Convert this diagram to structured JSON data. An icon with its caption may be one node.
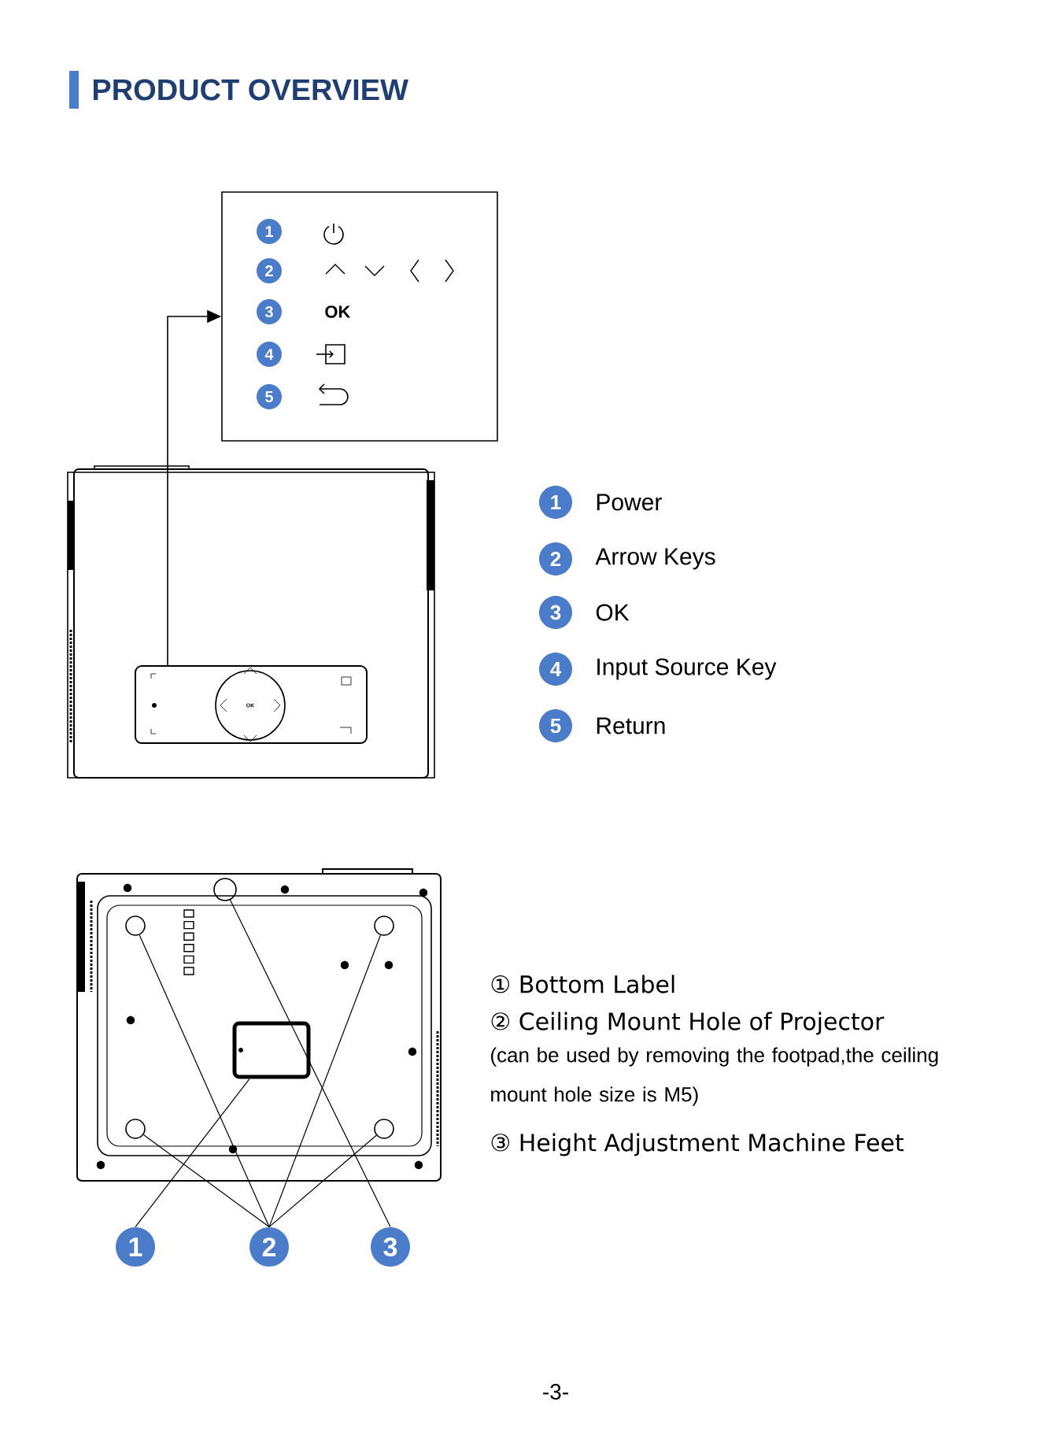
{
  "diagram": {
    "title": "PRODUCT OVERVIEW",
    "nodes": [
      {
        "text": [],
        "shape": "box"
      },
      {
        "text": [
          "1"
        ],
        "in": 0
      },
      {
        "text": [
          "2"
        ],
        "in": 0
      },
      {
        "text": [
          "3"
        ],
        "in": 0
      },
      {
        "text": [
          "4"
        ],
        "in": 0
      },
      {
        "text": [
          "5"
        ],
        "in": 0
      },
      {
        "text": [],
        "shape": "box"
      },
      {
        "text": [
          "1"
        ],
        "beside": [
          "Power"
        ]
      },
      {
        "text": [
          "2"
        ],
        "beside": [
          "Arrow Keys"
        ]
      },
      {
        "text": [
          "3"
        ],
        "beside": [
          "OK"
        ]
      },
      {
        "text": [
          "4"
        ],
        "beside": [
          "Input Source Key"
        ]
      },
      {
        "text": [
          "5"
        ],
        "beside": [
          "Return"
        ]
      },
      {
        "text": [],
        "shape": "box"
      },
      {
        "text": [],
        "shape": "circle"
      },
      {
        "text": [],
        "shape": "circle"
      },
      {
        "text": [],
        "shape": "circle"
      },
      {
        "text": [],
        "shape": "circle"
      },
      {
        "text": [],
        "shape": "circle"
      },
      {
        "text": [
          "1"
        ]
      },
      {
        "text": [
          "2"
        ]
      },
      {
        "text": [
          "3"
        ]
      }
    ],
    "edges": [
      {
        "from": 6,
        "to": 0,
        "arrow": "to"
      },
      {
        "from": 18,
        "to": 12,
        "arrow": "none"
      },
      {
        "from": 19,
        "to": 13,
        "arrow": "none"
      },
      {
        "from": 19,
        "to": 14,
        "arrow": "none"
      },
      {
        "from": 19,
        "to": 15,
        "arrow": "none"
      },
      {
        "from": 19,
        "to": 16,
        "arrow": "none"
      },
      {
        "from": 20,
        "to": 17,
        "arrow": "none"
      }
    ],
    "labels": [
      "OK",
      "OK",
      "① Bottom Label",
      "② Ceiling Mount Hole of Projector",
      "(can be used by removing the footpad,the ceiling mount hole size is M5)",
      "③ Height Adjustment Machine Feet",
      "-3-"
    ]
  }
}
